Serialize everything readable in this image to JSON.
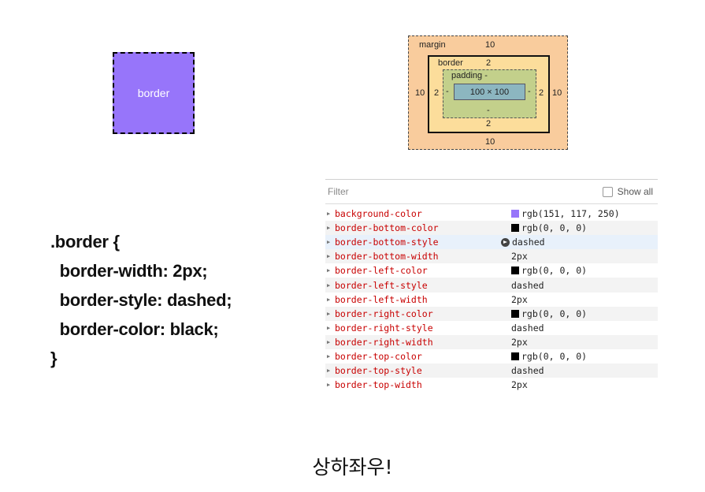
{
  "demo": {
    "label": "border",
    "fill": "#9775fa"
  },
  "box_model": {
    "margin_label": "margin",
    "margin_top": "10",
    "margin_bottom": "10",
    "margin_left": "10",
    "margin_right": "10",
    "border_label": "border",
    "border_top": "2",
    "border_bottom": "2",
    "border_left": "2",
    "border_right": "2",
    "padding_label": "padding",
    "padding_top": "-",
    "padding_bottom": "-",
    "padding_left": "-",
    "padding_right": "-",
    "content": "100 × 100"
  },
  "code": {
    "line1": ".border {",
    "line2": "  border-width: 2px;",
    "line3": "  border-style: dashed;",
    "line4": "  border-color: black;",
    "line5": "}"
  },
  "panel": {
    "filter_placeholder": "Filter",
    "show_all_label": "Show all",
    "properties": [
      {
        "name": "background-color",
        "value": "rgb(151, 117, 250)",
        "swatch": "#9775fa"
      },
      {
        "name": "border-bottom-color",
        "value": "rgb(0, 0, 0)",
        "swatch": "#000000"
      },
      {
        "name": "border-bottom-style",
        "value": "dashed",
        "icon": "goto-arrow-icon"
      },
      {
        "name": "border-bottom-width",
        "value": "2px"
      },
      {
        "name": "border-left-color",
        "value": "rgb(0, 0, 0)",
        "swatch": "#000000"
      },
      {
        "name": "border-left-style",
        "value": "dashed"
      },
      {
        "name": "border-left-width",
        "value": "2px"
      },
      {
        "name": "border-right-color",
        "value": "rgb(0, 0, 0)",
        "swatch": "#000000"
      },
      {
        "name": "border-right-style",
        "value": "dashed"
      },
      {
        "name": "border-right-width",
        "value": "2px"
      },
      {
        "name": "border-top-color",
        "value": "rgb(0, 0, 0)",
        "swatch": "#000000"
      },
      {
        "name": "border-top-style",
        "value": "dashed"
      },
      {
        "name": "border-top-width",
        "value": "2px"
      }
    ]
  },
  "caption": "상하좌우!"
}
